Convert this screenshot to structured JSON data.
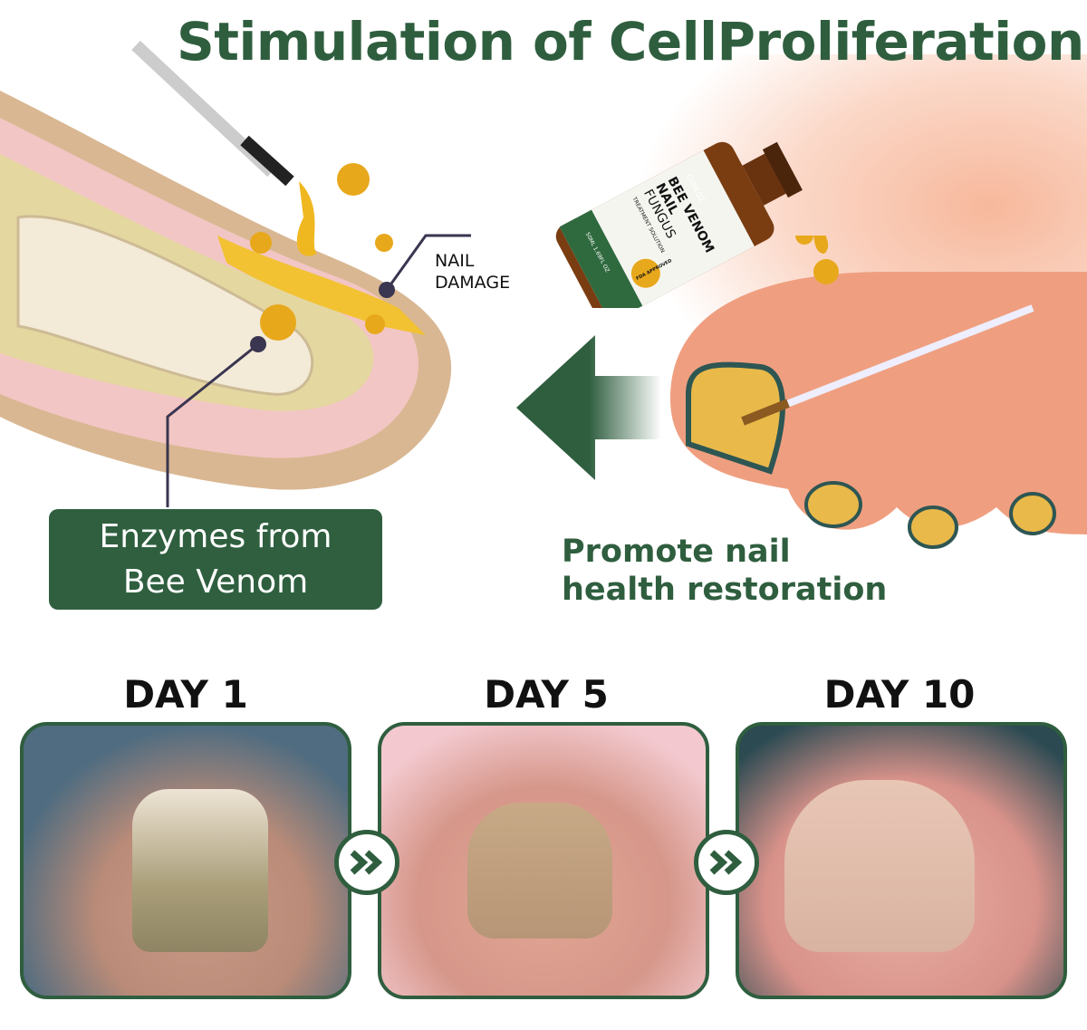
{
  "title": "Stimulation of CellProliferation",
  "callouts": {
    "nail_damage_line1": "NAIL",
    "nail_damage_line2": "DAMAGE",
    "enzymes_line1": "Enzymes from",
    "enzymes_line2": "Bee Venom",
    "promote_line1": "Promote nail",
    "promote_line2": "health restoration"
  },
  "bottle_label": {
    "brand": "CVREOZ",
    "name_line1": "BEE VENOM",
    "name_line2": "NAIL",
    "name_line3": "FUNGUS",
    "subtitle": "TREATMENT SOLUTION",
    "volume": "50ML 1.69FL OZ",
    "badge": "FDA APPROVED"
  },
  "timeline": [
    {
      "label": "DAY 1"
    },
    {
      "label": "DAY 5"
    },
    {
      "label": "DAY 10"
    }
  ],
  "colors": {
    "brand_green": "#2f5e3f",
    "skin": "#ef9f80",
    "serum": "#e8a81c"
  }
}
